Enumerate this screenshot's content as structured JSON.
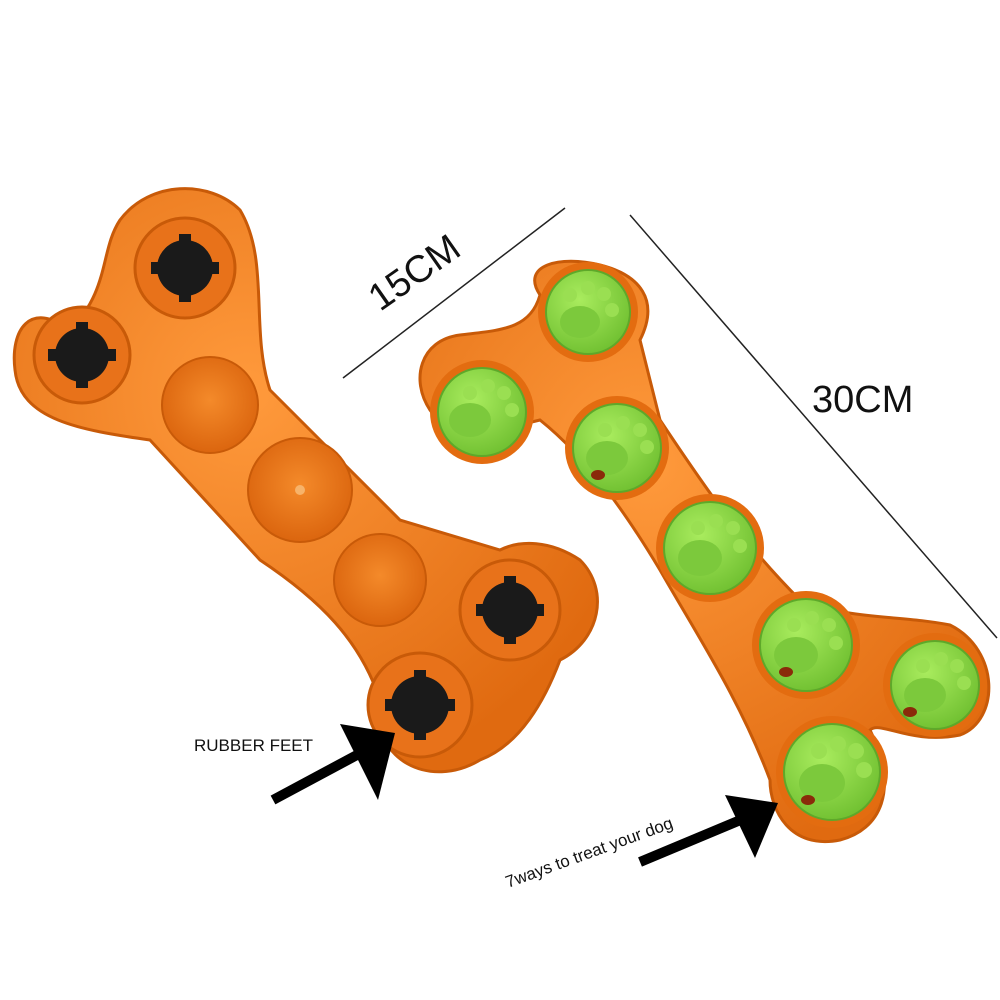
{
  "labels": {
    "width_dimension": "15CM",
    "length_dimension": "30CM",
    "rubber_feet": "RUBBER FEET",
    "tagline": "7ways to treat your dog"
  },
  "colors": {
    "background": "#ffffff",
    "bone_orange": "#f07a1a",
    "bone_shadow": "#c85a08",
    "paw_green": "#8fd64a",
    "paw_dark_green": "#5ea82a",
    "rubber_black": "#1a1a1a",
    "arrow": "#000000"
  }
}
